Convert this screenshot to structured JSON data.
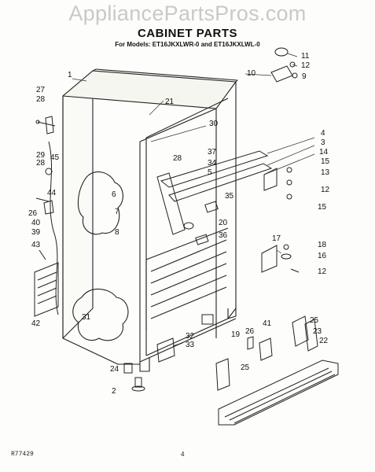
{
  "watermark": "AppliancePartsPros.com",
  "title": "CABINET PARTS",
  "subtitle": "For Models: ET16JKXLWR-0 and ET16JKXLWL-0",
  "footer": {
    "left": "R77429",
    "center": "4"
  },
  "part_labels": [
    {
      "id": "1",
      "text": "1"
    },
    {
      "id": "2",
      "text": "2"
    },
    {
      "id": "3",
      "text": "3"
    },
    {
      "id": "4",
      "text": "4"
    },
    {
      "id": "5",
      "text": "5"
    },
    {
      "id": "6",
      "text": "6"
    },
    {
      "id": "7",
      "text": "7"
    },
    {
      "id": "8",
      "text": "8"
    },
    {
      "id": "9",
      "text": "9"
    },
    {
      "id": "10",
      "text": "10"
    },
    {
      "id": "11",
      "text": "11"
    },
    {
      "id": "12a",
      "text": "12"
    },
    {
      "id": "12b",
      "text": "12"
    },
    {
      "id": "12c",
      "text": "12"
    },
    {
      "id": "13",
      "text": "13"
    },
    {
      "id": "14",
      "text": "14"
    },
    {
      "id": "15a",
      "text": "15"
    },
    {
      "id": "15b",
      "text": "15"
    },
    {
      "id": "16",
      "text": "16"
    },
    {
      "id": "17",
      "text": "17"
    },
    {
      "id": "18",
      "text": "18"
    },
    {
      "id": "19",
      "text": "19"
    },
    {
      "id": "20",
      "text": "20"
    },
    {
      "id": "21",
      "text": "21"
    },
    {
      "id": "22",
      "text": "22"
    },
    {
      "id": "23",
      "text": "23"
    },
    {
      "id": "24",
      "text": "24"
    },
    {
      "id": "25a",
      "text": "25"
    },
    {
      "id": "25b",
      "text": "25"
    },
    {
      "id": "26a",
      "text": "26"
    },
    {
      "id": "26b",
      "text": "26"
    },
    {
      "id": "27",
      "text": "27"
    },
    {
      "id": "28a",
      "text": "28"
    },
    {
      "id": "28b",
      "text": "28"
    },
    {
      "id": "28c",
      "text": "28"
    },
    {
      "id": "29",
      "text": "29"
    },
    {
      "id": "30",
      "text": "30"
    },
    {
      "id": "31",
      "text": "31"
    },
    {
      "id": "32",
      "text": "32"
    },
    {
      "id": "33",
      "text": "33"
    },
    {
      "id": "34",
      "text": "34"
    },
    {
      "id": "35",
      "text": "35"
    },
    {
      "id": "36",
      "text": "36"
    },
    {
      "id": "37",
      "text": "37"
    },
    {
      "id": "39",
      "text": "39"
    },
    {
      "id": "40",
      "text": "40"
    },
    {
      "id": "41",
      "text": "41"
    },
    {
      "id": "42",
      "text": "42"
    },
    {
      "id": "43",
      "text": "43"
    },
    {
      "id": "44",
      "text": "44"
    },
    {
      "id": "45",
      "text": "45"
    }
  ]
}
